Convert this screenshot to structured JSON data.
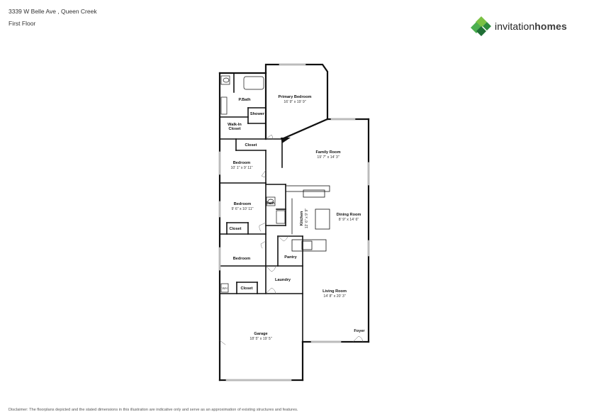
{
  "header": {
    "address": "3339 W Belle Ave , Queen Creek",
    "floor": "First Floor"
  },
  "brand": {
    "name_light": "invitation",
    "name_bold": "homes",
    "logo_colors": [
      "#7ac143",
      "#2e8b3d",
      "#4caf50",
      "#1f6e35"
    ]
  },
  "rooms": {
    "primary_bedroom": {
      "name": "Primary Bedroom",
      "dims": "16' 9\" x 19' 9\""
    },
    "pbath": {
      "name": "P.Bath"
    },
    "shower": {
      "name": "Shower"
    },
    "walkin_closet_1": "Walk-In",
    "walkin_closet_2": "Closet",
    "closet_a": "Closet",
    "bedroom_1": {
      "name": "Bedroom",
      "dims": "10' 1\" x 9' 11\""
    },
    "family_room": {
      "name": "Family Room",
      "dims": "19' 7\" x 14' 3\""
    },
    "bath": "Bath",
    "bedroom_2": {
      "name": "Bedroom",
      "dims": "9' 6\" x 10' 11\""
    },
    "kitchen": {
      "name": "Kitchen",
      "dims": "12' 6\" x 9' 9\""
    },
    "dining_room": {
      "name": "Dining Room",
      "dims": "8' 9\" x 14' 6\""
    },
    "closet_b": "Closet",
    "bedroom_3": {
      "name": "Bedroom"
    },
    "pantry": "Pantry",
    "laundry": "Laundry",
    "wh": "WH",
    "closet_c": "Closet",
    "living_room": {
      "name": "Living Room",
      "dims": "14' 8\" x 20' 3\""
    },
    "foyer": "Foyer",
    "garage": {
      "name": "Garage",
      "dims": "18' 5\" x 19' 5\""
    }
  },
  "disclaimer": "Disclaimer: The floorplans depicted and the stated dimensions in this illustration are indicative only and serve as an approximation of existing structures and features."
}
